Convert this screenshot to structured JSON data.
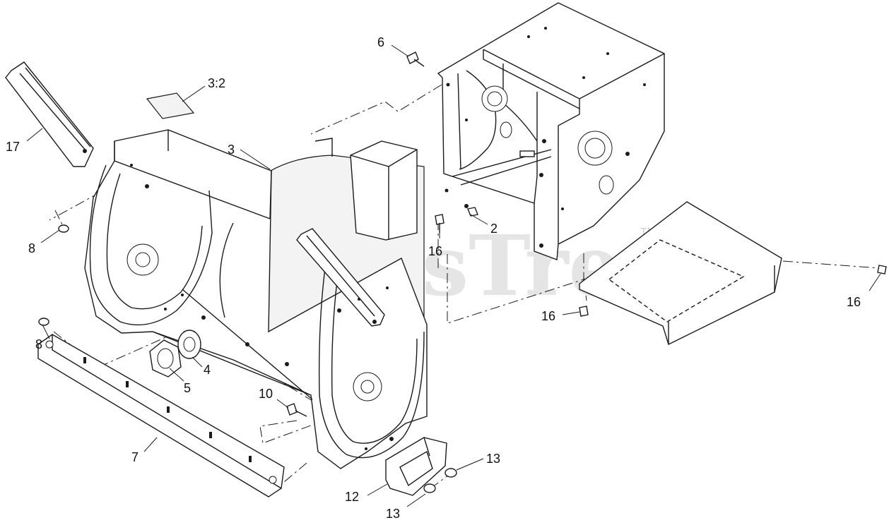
{
  "watermark": {
    "text": "PartsTree",
    "trademark": "TM"
  },
  "callouts": [
    {
      "id": "c-6",
      "label": "6"
    },
    {
      "id": "c-3-2",
      "label": "3:2"
    },
    {
      "id": "c-17",
      "label": "17"
    },
    {
      "id": "c-3",
      "label": "3"
    },
    {
      "id": "c-2",
      "label": "2"
    },
    {
      "id": "c-8-top",
      "label": "8"
    },
    {
      "id": "c-16-mid",
      "label": "16"
    },
    {
      "id": "c-16-right",
      "label": "16"
    },
    {
      "id": "c-16-bottom",
      "label": "16"
    },
    {
      "id": "c-8-bottom",
      "label": "8"
    },
    {
      "id": "c-4",
      "label": "4"
    },
    {
      "id": "c-5",
      "label": "5"
    },
    {
      "id": "c-10",
      "label": "10"
    },
    {
      "id": "c-7",
      "label": "7"
    },
    {
      "id": "c-13-top",
      "label": "13"
    },
    {
      "id": "c-12",
      "label": "12"
    },
    {
      "id": "c-13-bottom",
      "label": "13"
    }
  ]
}
